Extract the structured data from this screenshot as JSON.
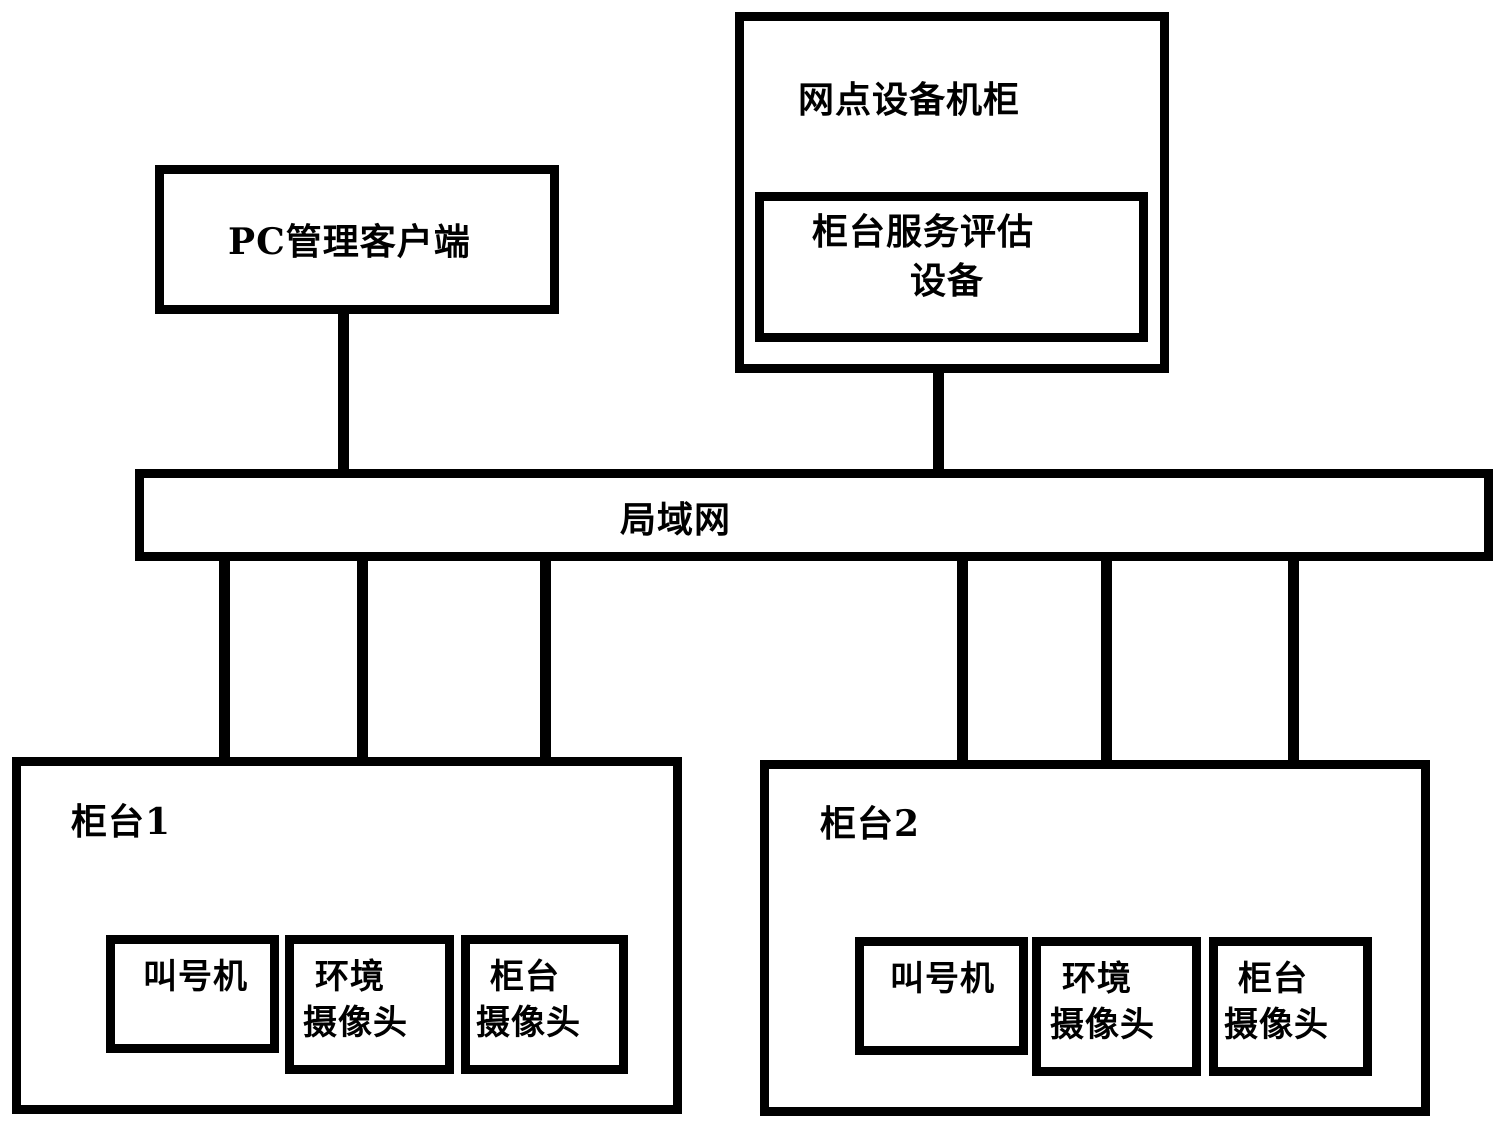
{
  "nodes": {
    "pc_client": "PC管理客户端",
    "cabinet": "网点设备机柜",
    "eval_device_line1": "柜台服务评估",
    "eval_device_line2": "设备",
    "lan": "局域网",
    "counter1": "柜台1",
    "counter2": "柜台2",
    "caller": "叫号机",
    "env_camera_line1": "环境",
    "env_camera_line2": "摄像头",
    "counter_camera_line1": "柜台",
    "counter_camera_line2": "摄像头"
  }
}
